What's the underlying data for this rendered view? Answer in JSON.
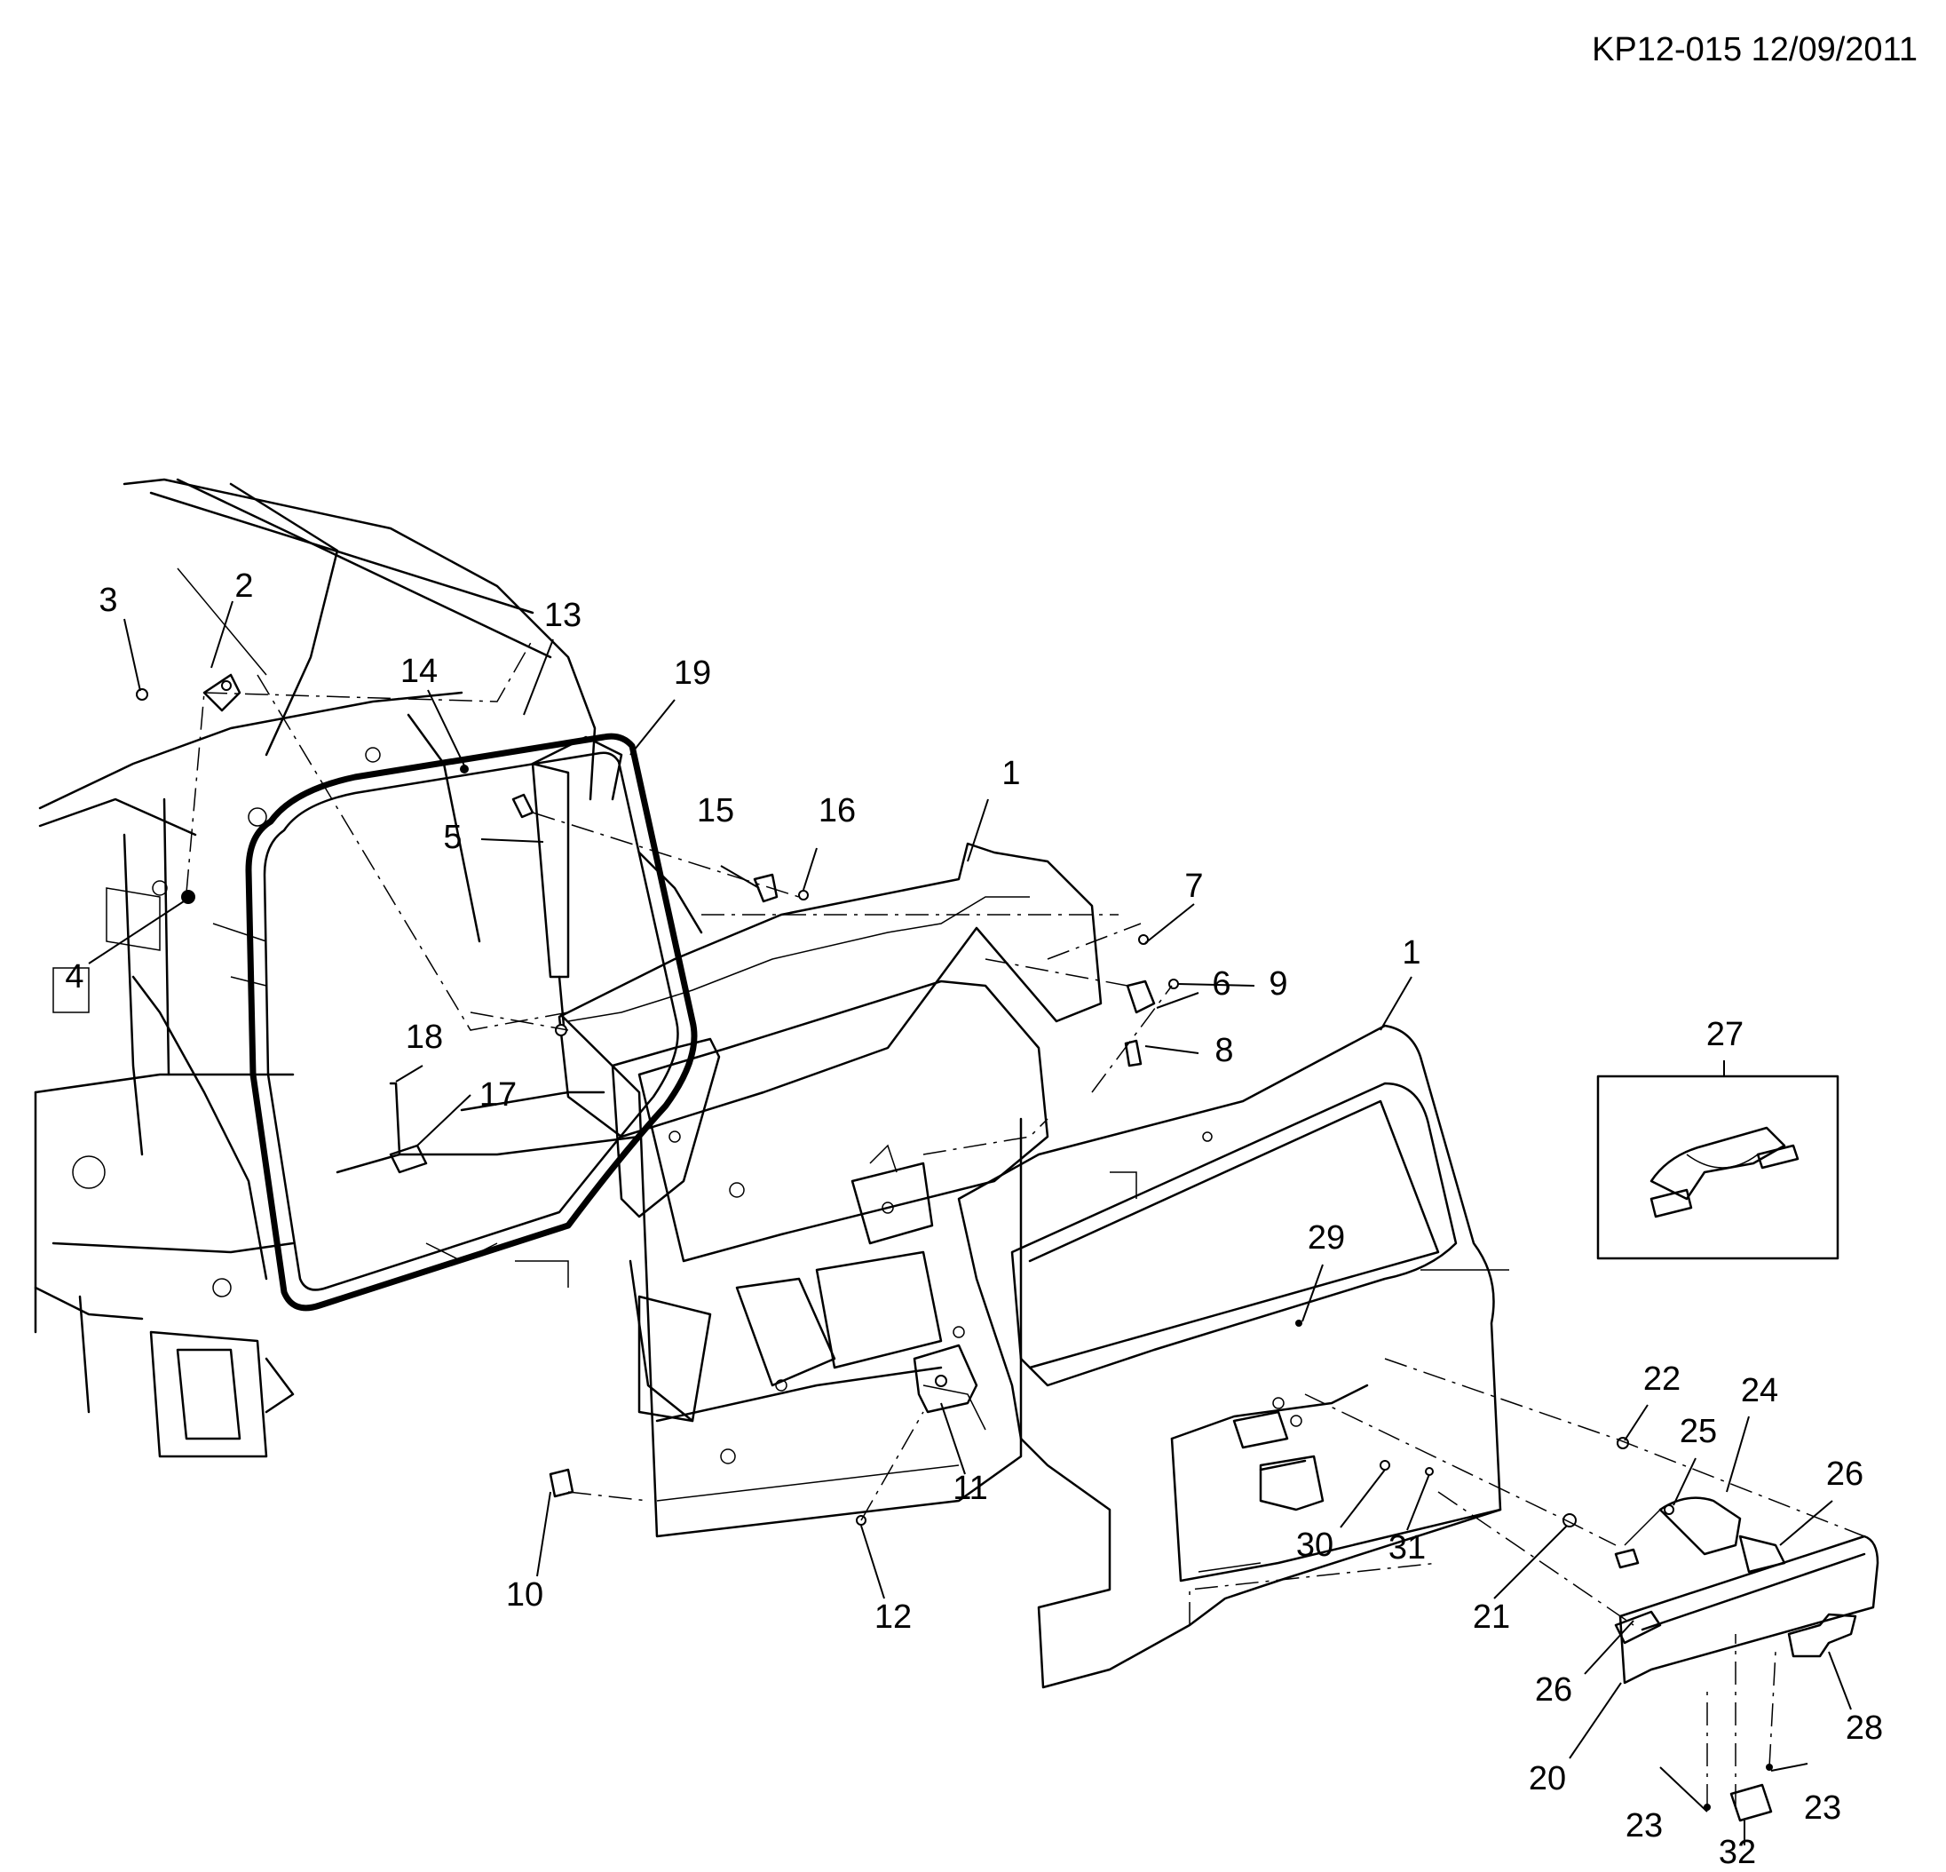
{
  "document_id": "KP12-015 12/09/2011",
  "callouts": {
    "c1a": "1",
    "c1b": "1",
    "c2": "2",
    "c3": "3",
    "c4": "4",
    "c5": "5",
    "c6": "6",
    "c7": "7",
    "c8": "8",
    "c9": "9",
    "c10": "10",
    "c11": "11",
    "c12": "12",
    "c13": "13",
    "c14": "14",
    "c15": "15",
    "c16": "16",
    "c17": "17",
    "c18": "18",
    "c19": "19",
    "c20": "20",
    "c21": "21",
    "c22": "22",
    "c23a": "23",
    "c23b": "23",
    "c24": "24",
    "c25": "25",
    "c26a": "26",
    "c26b": "26",
    "c27": "27",
    "c28": "28",
    "c29": "29",
    "c30": "30",
    "c31": "31",
    "c32": "32"
  }
}
